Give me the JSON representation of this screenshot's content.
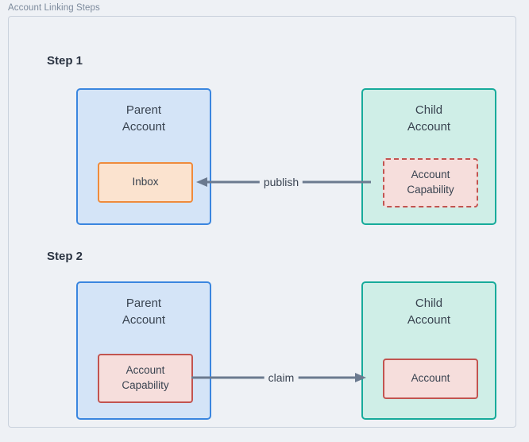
{
  "figure": {
    "caption": "Account Linking Steps",
    "type": "flow-diagram"
  },
  "theme": {
    "page_background": "#eef1f5",
    "frame_border": "#c9d1dc",
    "parent_fill": "#d4e4f7",
    "parent_border": "#3a86df",
    "child_fill": "#cfeee7",
    "child_border": "#17ab9b",
    "inbox_fill": "#fbe3cf",
    "inbox_border": "#ef8b3c",
    "capability_fill": "#f6dedc",
    "capability_border": "#c25450",
    "arrow_color": "#6b7a8f",
    "text_color": "#394350",
    "step_label_color": "#2b3442",
    "caption_color": "#7c8a9c"
  },
  "steps": [
    {
      "label": "Step 1",
      "parent": {
        "title": "Parent\nAccount",
        "inner": {
          "label": "Inbox",
          "style": "solid",
          "color": "orange"
        }
      },
      "child": {
        "title": "Child\nAccount",
        "inner": {
          "label": "Account\nCapability",
          "style": "dashed",
          "color": "red"
        }
      },
      "edge": {
        "label": "publish",
        "direction": "right-to-left"
      }
    },
    {
      "label": "Step 2",
      "parent": {
        "title": "Parent\nAccount",
        "inner": {
          "label": "Account\nCapability",
          "style": "solid",
          "color": "red"
        }
      },
      "child": {
        "title": "Child\nAccount",
        "inner": {
          "label": "Account",
          "style": "solid",
          "color": "red"
        }
      },
      "edge": {
        "label": "claim",
        "direction": "left-to-right"
      }
    }
  ]
}
